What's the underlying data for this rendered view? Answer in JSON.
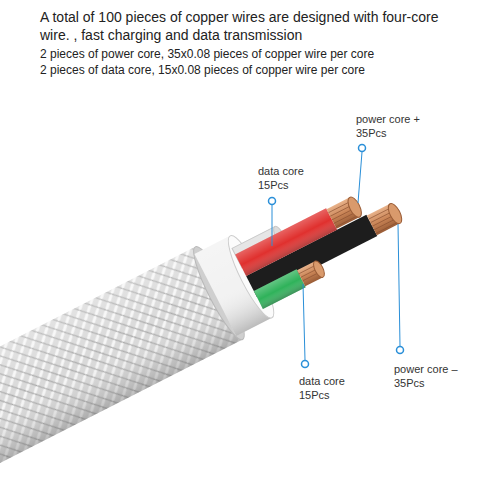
{
  "diagram": {
    "title": "A total of 100 pieces of copper wires are designed with four-core wire. , fast charging and data transmission",
    "labels": [
      "2 pieces of power core, 35x0.08 pieces of copper wire per core",
      "2 pieces of data core, 15x0.08 pieces of copper wire per core",
      "data core 15Pcs",
      "power core + 35Pcs",
      "data core 15Pcs",
      "power core – 35Pcs"
    ]
  }
}
